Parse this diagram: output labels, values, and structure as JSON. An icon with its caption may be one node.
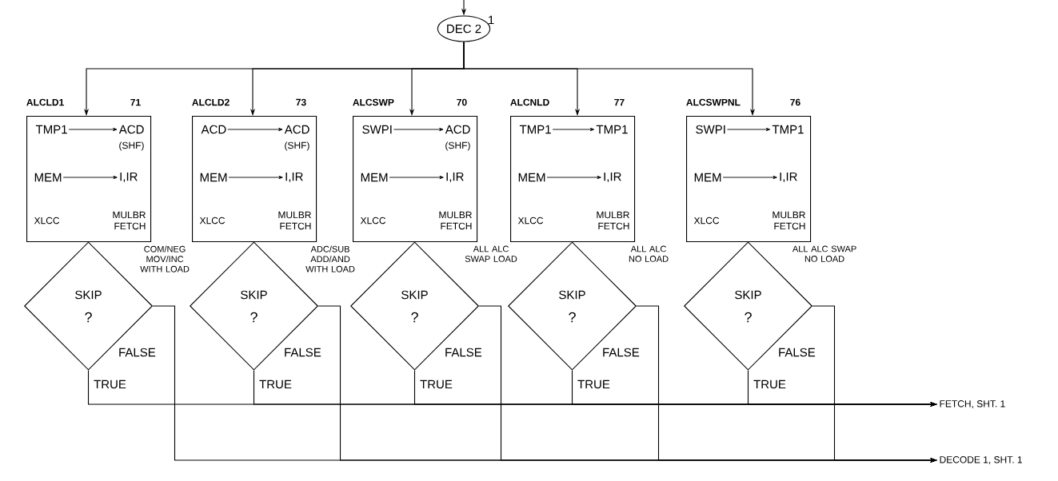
{
  "diagram": {
    "nodes": [
      {
        "text": [
          "DEC 2"
        ],
        "beside": [
          "1"
        ]
      },
      {
        "text": [
          "TMP1",
          "ACD",
          "(SHF)",
          "MEM",
          "I,IR",
          "XLCC",
          "MULBR FETCH"
        ],
        "beside": [
          "ALCLD1",
          "71"
        ]
      },
      {
        "text": [
          "ACD",
          "ACD",
          "(SHF)",
          "MEM",
          "I,IR",
          "XLCC",
          "MULBR FETCH"
        ],
        "beside": [
          "ALCLD2",
          "73"
        ]
      },
      {
        "text": [
          "SWPI",
          "ACD",
          "(SHF)",
          "MEM",
          "I,IR",
          "XLCC",
          "MULBR FETCH"
        ],
        "beside": [
          "ALCSWP",
          "70"
        ]
      },
      {
        "text": [
          "TMP1",
          "TMP1",
          "MEM",
          "I,IR",
          "XLCC",
          "MULBR FETCH"
        ],
        "beside": [
          "ALCNLD",
          "77"
        ]
      },
      {
        "text": [
          "SWPI",
          "TMP1",
          "MEM",
          "I,IR",
          "XLCC",
          "MULBR FETCH"
        ],
        "beside": [
          "ALCSWPNL",
          "76"
        ]
      },
      {
        "text": [
          "SKIP",
          "?"
        ],
        "beside": [
          "COM/NEG MOV/INC WITH LOAD"
        ]
      },
      {
        "text": [
          "SKIP",
          "?"
        ],
        "beside": [
          "ADC/SUB ADD/AND WITH LOAD"
        ]
      },
      {
        "text": [
          "SKIP",
          "?"
        ],
        "beside": [
          "ALL ALC SWAP LOAD"
        ]
      },
      {
        "text": [
          "SKIP",
          "?"
        ],
        "beside": [
          "ALL ALC NO LOAD"
        ]
      },
      {
        "text": [
          "SKIP",
          "?"
        ],
        "beside": [
          "ALL ALC SWAP NO LOAD"
        ]
      },
      {
        "text": [
          "FETCH, SHT. 1"
        ]
      },
      {
        "text": [
          "DECODE 1, SHT. 1"
        ]
      }
    ],
    "edges": [
      {
        "from": null,
        "to": 0,
        "arrow": "to"
      },
      {
        "from": 0,
        "to": 1,
        "arrow": "to"
      },
      {
        "from": 0,
        "to": 2,
        "arrow": "to"
      },
      {
        "from": 0,
        "to": 3,
        "arrow": "to"
      },
      {
        "from": 0,
        "to": 4,
        "arrow": "to"
      },
      {
        "from": 0,
        "to": 5,
        "arrow": "to"
      },
      {
        "from": 6,
        "to": 11,
        "arrow": "to",
        "label": "TRUE"
      },
      {
        "from": 7,
        "to": 11,
        "arrow": "to",
        "label": "TRUE"
      },
      {
        "from": 8,
        "to": 11,
        "arrow": "to",
        "label": "TRUE"
      },
      {
        "from": 9,
        "to": 11,
        "arrow": "to",
        "label": "TRUE"
      },
      {
        "from": 10,
        "to": 11,
        "arrow": "to",
        "label": "TRUE"
      },
      {
        "from": 6,
        "to": 12,
        "arrow": "to",
        "label": "FALSE"
      },
      {
        "from": 7,
        "to": 12,
        "arrow": "to",
        "label": "FALSE"
      },
      {
        "from": 8,
        "to": 12,
        "arrow": "to",
        "label": "FALSE"
      },
      {
        "from": 9,
        "to": 12,
        "arrow": "to",
        "label": "FALSE"
      },
      {
        "from": 10,
        "to": 12,
        "arrow": "to",
        "label": "FALSE"
      }
    ]
  }
}
